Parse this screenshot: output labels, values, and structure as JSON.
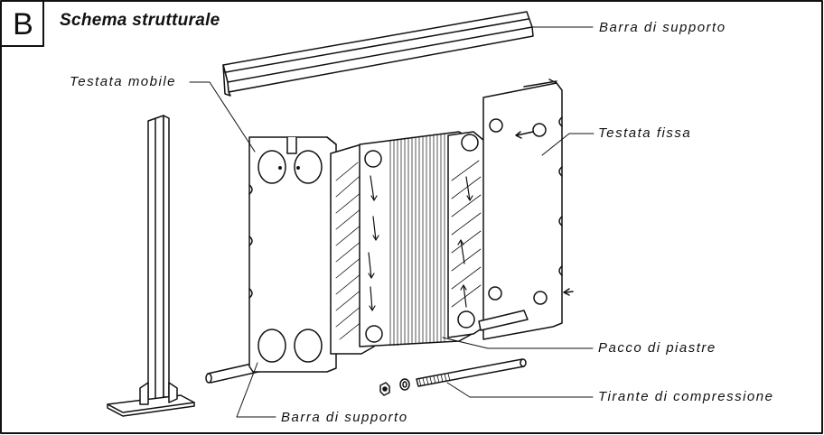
{
  "header": {
    "badge": "B",
    "title": "Schema strutturale"
  },
  "labels": {
    "upper_support_bar": "Barra di supporto",
    "movable_head": "Testata mobile",
    "fixed_head": "Testata fissa",
    "plate_pack": "Pacco di piastre",
    "tie_rod": "Tirante di compressione",
    "lower_support_bar": "Barra di supporto"
  }
}
